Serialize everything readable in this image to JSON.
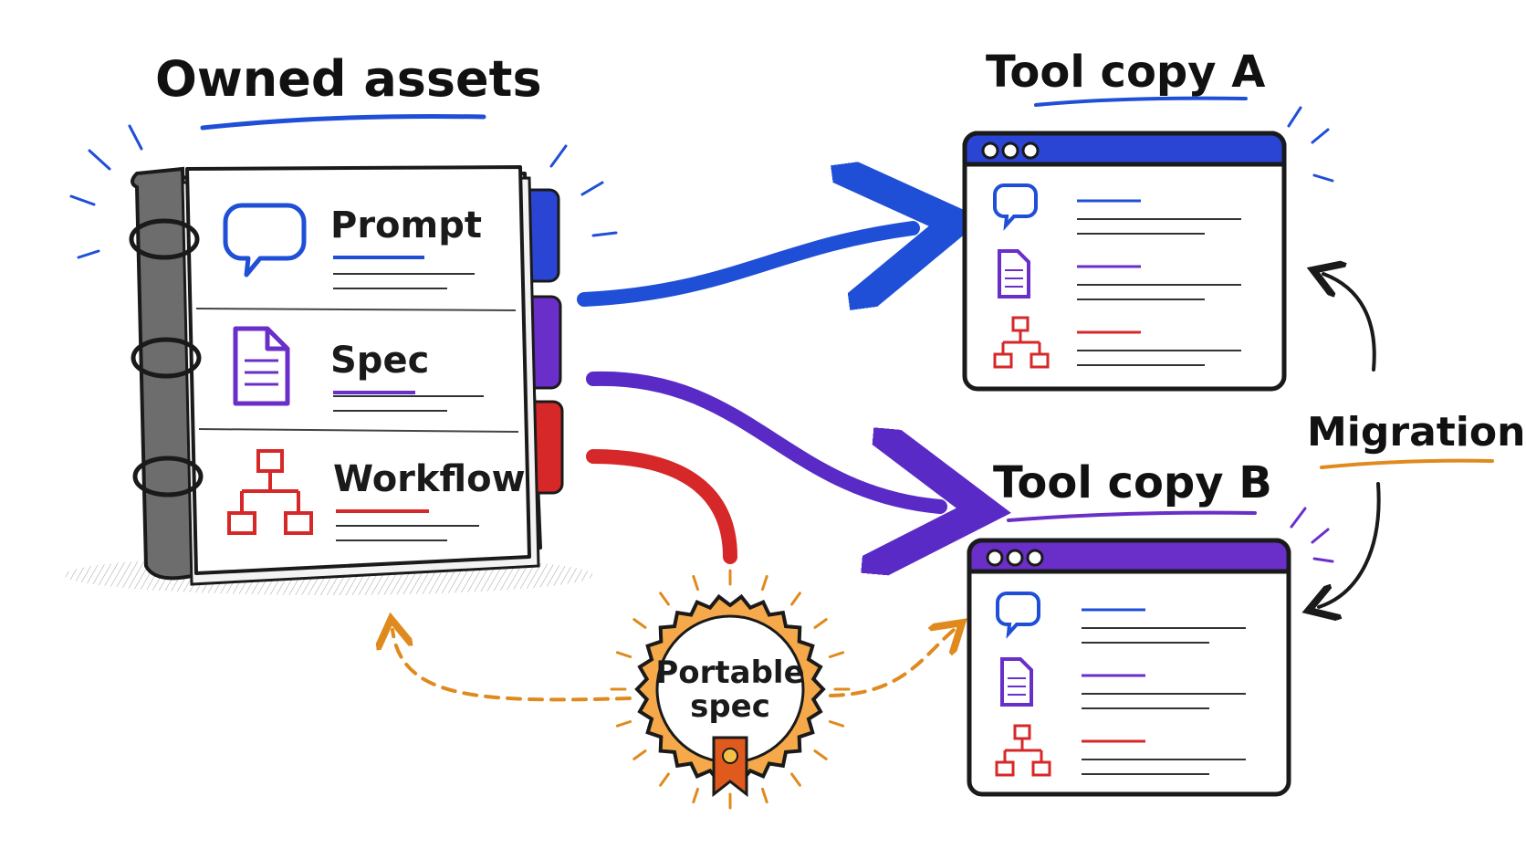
{
  "binder": {
    "title": "Owned assets",
    "sections": [
      {
        "label": "Prompt",
        "icon": "speech-bubble-icon",
        "color": "#1f4fd6"
      },
      {
        "label": "Spec",
        "icon": "document-icon",
        "color": "#6a2fc8"
      },
      {
        "label": "Workflow",
        "icon": "flowchart-icon",
        "color": "#d62828"
      }
    ]
  },
  "tool_a": {
    "title": "Tool copy A",
    "color": "#2a44d4"
  },
  "tool_b": {
    "title": "Tool copy B",
    "color": "#6a2fc8"
  },
  "migration": {
    "label": "Migration",
    "accent": "#e08a1e"
  },
  "badge": {
    "line1": "Portable",
    "line2": "spec",
    "color": "#e08a1e"
  }
}
